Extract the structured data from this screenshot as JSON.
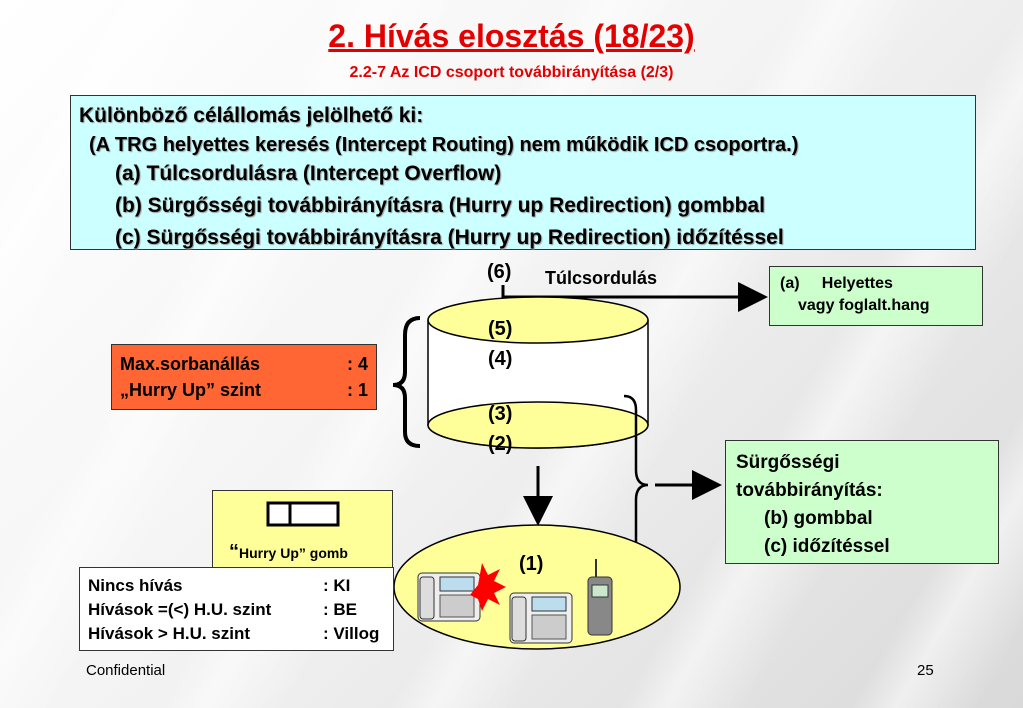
{
  "title": "2. Hívás elosztás (18/23)",
  "subtitle": "2.2-7 Az ICD csoport továbbirányítása (2/3)",
  "main_box": {
    "line0": "Különböző célállomás jelölhető ki:",
    "line1": "(A TRG helyettes keresés (Intercept Routing) nem működik ICD csoportra.)",
    "line2": "(a) Túlcsordulásra (Intercept Overflow)",
    "line3": "(b) Sürgősségi továbbirányításra (Hurry up Redirection) gombbal",
    "line4": "(c) Sürgősségi továbbirányításra (Hurry up Redirection) időzítéssel"
  },
  "labels": {
    "l6": "(6)",
    "overflow": "Túlcsordulás",
    "l5": "(5)",
    "l4": "(4)",
    "l3": "(3)",
    "l2": "(2)",
    "l1": "(1)"
  },
  "red_box": {
    "row1_label": "Max.sorbanállás",
    "row1_value": ": 4",
    "row2_label": "„Hurry Up” szint",
    "row2_value": ": 1"
  },
  "box_a": {
    "line1": "(a)     Helyettes",
    "line2": "vagy foglalt.hang"
  },
  "box_bc": {
    "line1": "Sürgősségi",
    "line2": "továbbirányítás:",
    "line3": "(b)  gombbal",
    "line4": "(c)  időzítéssel"
  },
  "hurry_box": {
    "quote": "“",
    "label": "Hurry Up” gomb"
  },
  "status_box": {
    "r1_label": "Nincs hívás",
    "r1_value": ": KI",
    "r2_label": "Hívások =(<) H.U. szint",
    "r2_value": ": BE",
    "r3_label": "Hívások > H.U. szint",
    "r3_value": ": Villog"
  },
  "footer": {
    "left": "Confidential",
    "page": "25"
  },
  "colors": {
    "title": "#e30000",
    "main_box": "#ccffff",
    "red_box": "#ff6633",
    "green_box": "#ccffcc",
    "yellow": "#ffff99",
    "queue": "#ffff99"
  }
}
